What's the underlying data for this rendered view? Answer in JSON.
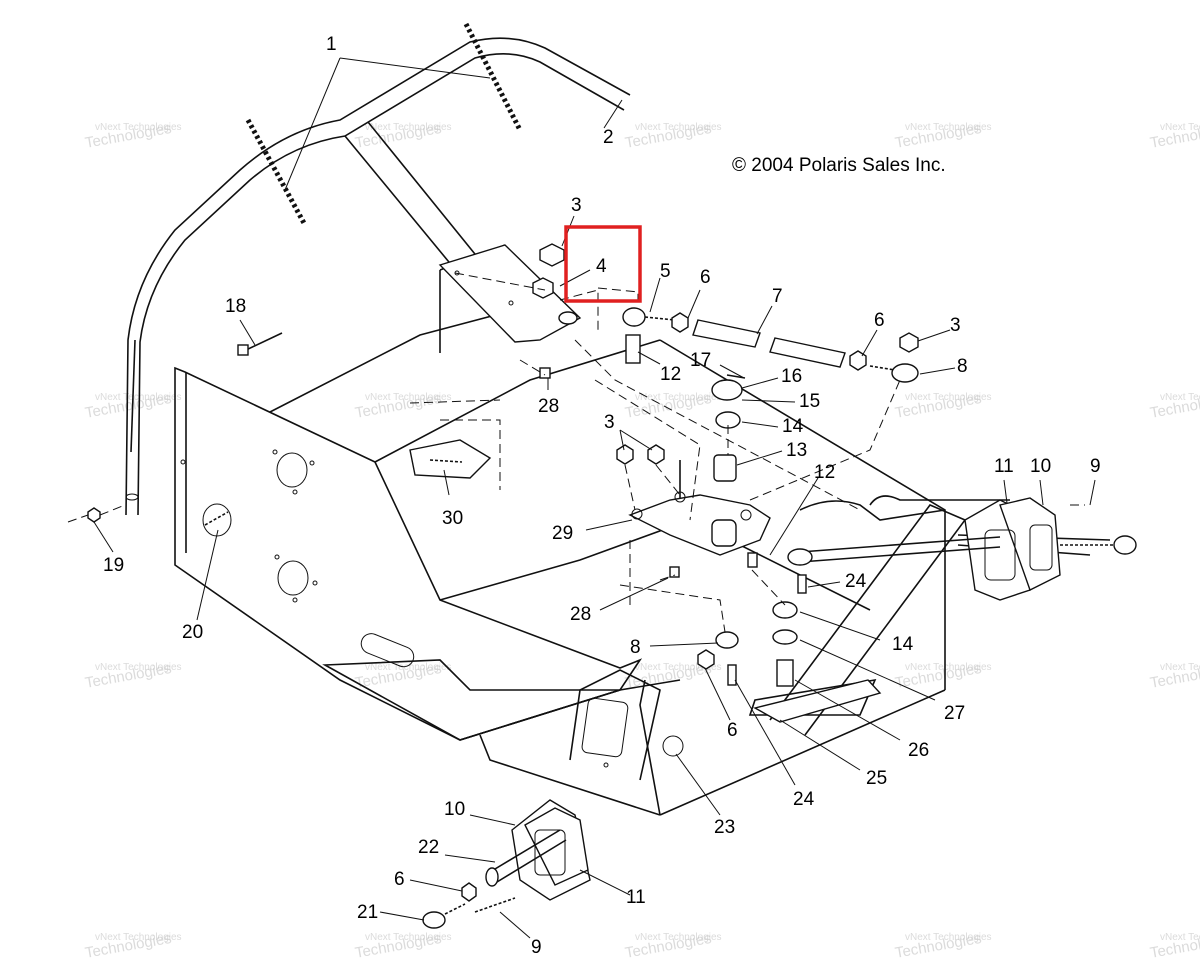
{
  "copyright": "© 2004 Polaris Sales Inc.",
  "watermark": {
    "line1": "vNext Technologies",
    "line2": "Technologies"
  },
  "highlight_color": "#e02020",
  "callouts": {
    "c1": "1",
    "c2": "2",
    "c3a": "3",
    "c3b": "3",
    "c3c": "3",
    "c4": "4",
    "c5": "5",
    "c6a": "6",
    "c6b": "6",
    "c6c": "6",
    "c6d": "6",
    "c7": "7",
    "c8a": "8",
    "c8b": "8",
    "c9a": "9",
    "c9b": "9",
    "c10a": "10",
    "c10b": "10",
    "c11a": "11",
    "c11b": "11",
    "c12a": "12",
    "c12b": "12",
    "c13": "13",
    "c14a": "14",
    "c14b": "14",
    "c15": "15",
    "c16": "16",
    "c17": "17",
    "c18": "18",
    "c19": "19",
    "c20": "20",
    "c21": "21",
    "c22": "22",
    "c23": "23",
    "c24a": "24",
    "c24b": "24",
    "c25": "25",
    "c26": "26",
    "c27": "27",
    "c28a": "28",
    "c28b": "28",
    "c29": "29",
    "c30": "30"
  }
}
